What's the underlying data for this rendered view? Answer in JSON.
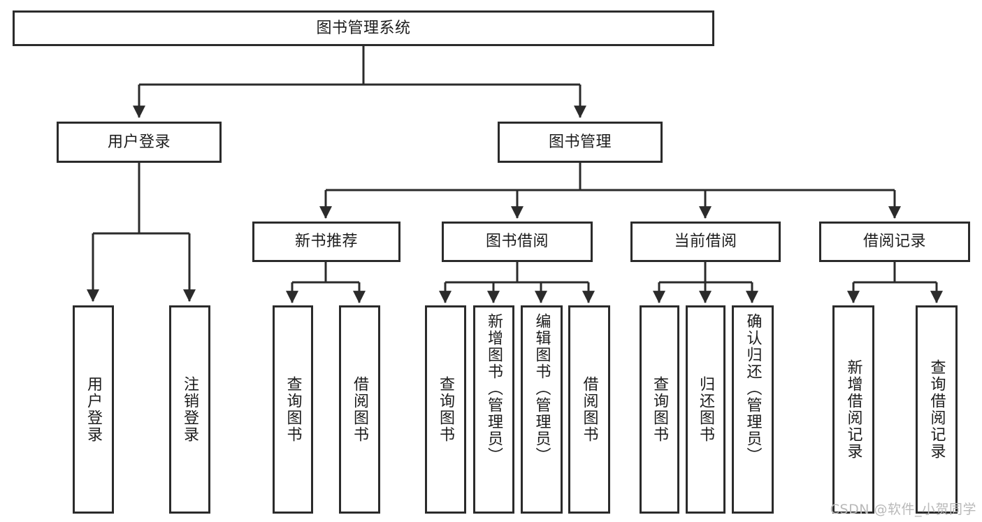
{
  "diagram": {
    "title": "图书管理系统",
    "type": "tree-hierarchy",
    "watermark": "CSDN @软件_小贺同学",
    "colors": {
      "border": "#2b2b2b",
      "text": "#1c1c1c",
      "background": "#ffffff",
      "edge": "#2b2b2b",
      "watermark": "#b9b9b9"
    },
    "nodes": {
      "root": {
        "label": "图书管理系统"
      },
      "level2": [
        {
          "id": "user-login",
          "label": "用户登录"
        },
        {
          "id": "book-manage",
          "label": "图书管理"
        }
      ],
      "level3": [
        {
          "id": "new-book-recommend",
          "label": "新书推荐"
        },
        {
          "id": "book-borrow",
          "label": "图书借阅"
        },
        {
          "id": "current-borrow",
          "label": "当前借阅"
        },
        {
          "id": "borrow-record",
          "label": "借阅记录"
        }
      ],
      "leaves": {
        "user-login": [
          {
            "id": "leaf-user-login",
            "label": "用户登录"
          },
          {
            "id": "leaf-user-logout",
            "label": "注销登录"
          }
        ],
        "new-book-recommend": [
          {
            "id": "leaf-query-book-1",
            "label": "查询图书"
          },
          {
            "id": "leaf-borrow-book-1",
            "label": "借阅图书"
          }
        ],
        "book-borrow": [
          {
            "id": "leaf-query-book-2",
            "label": "查询图书"
          },
          {
            "id": "leaf-add-book",
            "label": "新增图书（管理员）"
          },
          {
            "id": "leaf-edit-book",
            "label": "编辑图书（管理员）"
          },
          {
            "id": "leaf-borrow-book-2",
            "label": "借阅图书"
          }
        ],
        "current-borrow": [
          {
            "id": "leaf-query-book-3",
            "label": "查询图书"
          },
          {
            "id": "leaf-return-book",
            "label": "归还图书"
          },
          {
            "id": "leaf-confirm-return",
            "label": "确认归还（管理员）"
          }
        ],
        "borrow-record": [
          {
            "id": "leaf-add-record",
            "label": "新增借阅记录"
          },
          {
            "id": "leaf-query-record",
            "label": "查询借阅记录"
          }
        ]
      }
    }
  }
}
